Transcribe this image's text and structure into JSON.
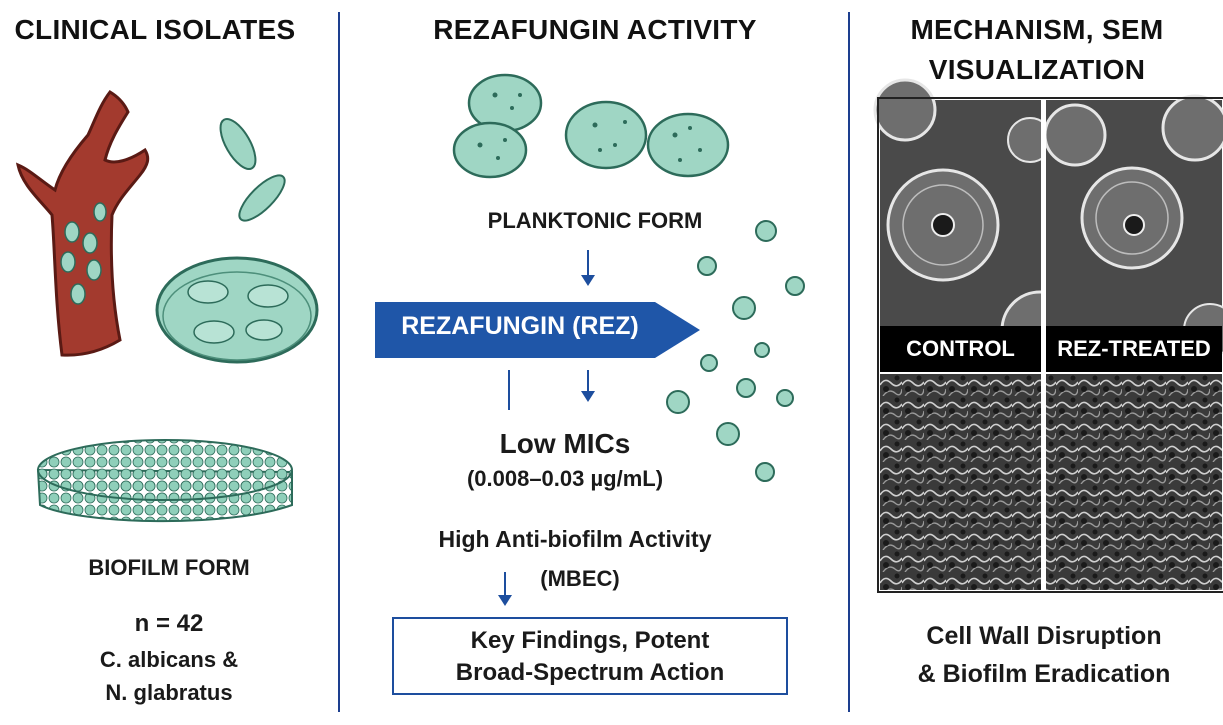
{
  "columns": {
    "left": {
      "heading": "CLINICAL ISOLATES",
      "biofilm_label": "BIOFILM FORM",
      "count": "n = 42",
      "species_line1": "C. albicans &",
      "species_line2": "N. glabratus"
    },
    "middle": {
      "heading": "REZAFUNGIN ACTIVITY",
      "planktonic_label": "PLANKTONIC FORM",
      "drug_label": "REZAFUNGIN (REZ)",
      "mic_title": "Low MICs",
      "mic_range": "(0.008–0.03 µg/mL)",
      "biofilm_activity": "High Anti-biofilm Activity",
      "mbec": "(MBEC)",
      "findings_line1": "Key Findings, Potent",
      "findings_line2": "Broad-Spectrum Action"
    },
    "right": {
      "heading_line1": "MECHANISM, SEM",
      "heading_line2": "VISUALIZATION",
      "control_label": "CONTROL",
      "treated_label": "REZ-TREATED",
      "caption_line1": "Cell Wall Disruption",
      "caption_line2": "& Biofilm Eradication"
    }
  },
  "colors": {
    "divider": "#1d3f8f",
    "arrow": "#1d4e9e",
    "banner": "#1f56a8",
    "cell_fill": "#9fd6c4",
    "hyphae_fill": "#a33a2e"
  }
}
